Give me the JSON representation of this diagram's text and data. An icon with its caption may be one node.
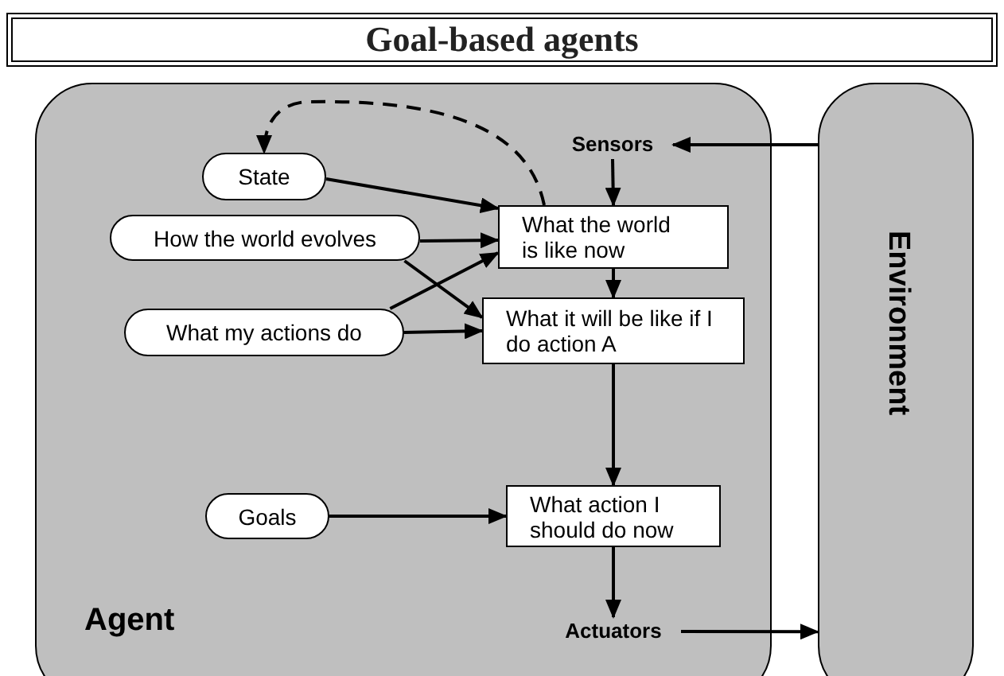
{
  "diagram": {
    "title": "Goal-based agents",
    "nodes": [
      {
        "text": [
          "Agent"
        ]
      },
      {
        "text": [
          "Environment"
        ]
      },
      {
        "text": [
          "Sensors"
        ],
        "in": 0
      },
      {
        "text": [
          "State"
        ],
        "in": 0
      },
      {
        "text": [
          "How the world evolves"
        ],
        "in": 0
      },
      {
        "text": [
          "What my actions do"
        ],
        "in": 0
      },
      {
        "text": [
          "What the world is like now"
        ],
        "in": 0
      },
      {
        "text": [
          "What it will be like if I do action A"
        ],
        "in": 0
      },
      {
        "text": [
          "Goals"
        ],
        "in": 0
      },
      {
        "text": [
          "What action I should do now"
        ],
        "in": 0
      },
      {
        "text": [
          "Actuators"
        ],
        "in": 0
      }
    ],
    "edges": [
      {
        "from": 1,
        "to": 2,
        "arrow": "to"
      },
      {
        "from": 2,
        "to": 6,
        "arrow": "to"
      },
      {
        "from": 3,
        "to": 6,
        "arrow": "to"
      },
      {
        "from": 4,
        "to": 6,
        "arrow": "to"
      },
      {
        "from": 4,
        "to": 7,
        "arrow": "to"
      },
      {
        "from": 5,
        "to": 6,
        "arrow": "to"
      },
      {
        "from": 5,
        "to": 7,
        "arrow": "to"
      },
      {
        "from": 6,
        "to": 7,
        "arrow": "to"
      },
      {
        "from": 7,
        "to": 9,
        "arrow": "to"
      },
      {
        "from": 8,
        "to": 9,
        "arrow": "to"
      },
      {
        "from": 9,
        "to": 10,
        "arrow": "to"
      },
      {
        "from": 10,
        "to": 1,
        "arrow": "to"
      },
      {
        "from": 6,
        "to": 3,
        "arrow": "to",
        "style": "dashed"
      }
    ]
  }
}
